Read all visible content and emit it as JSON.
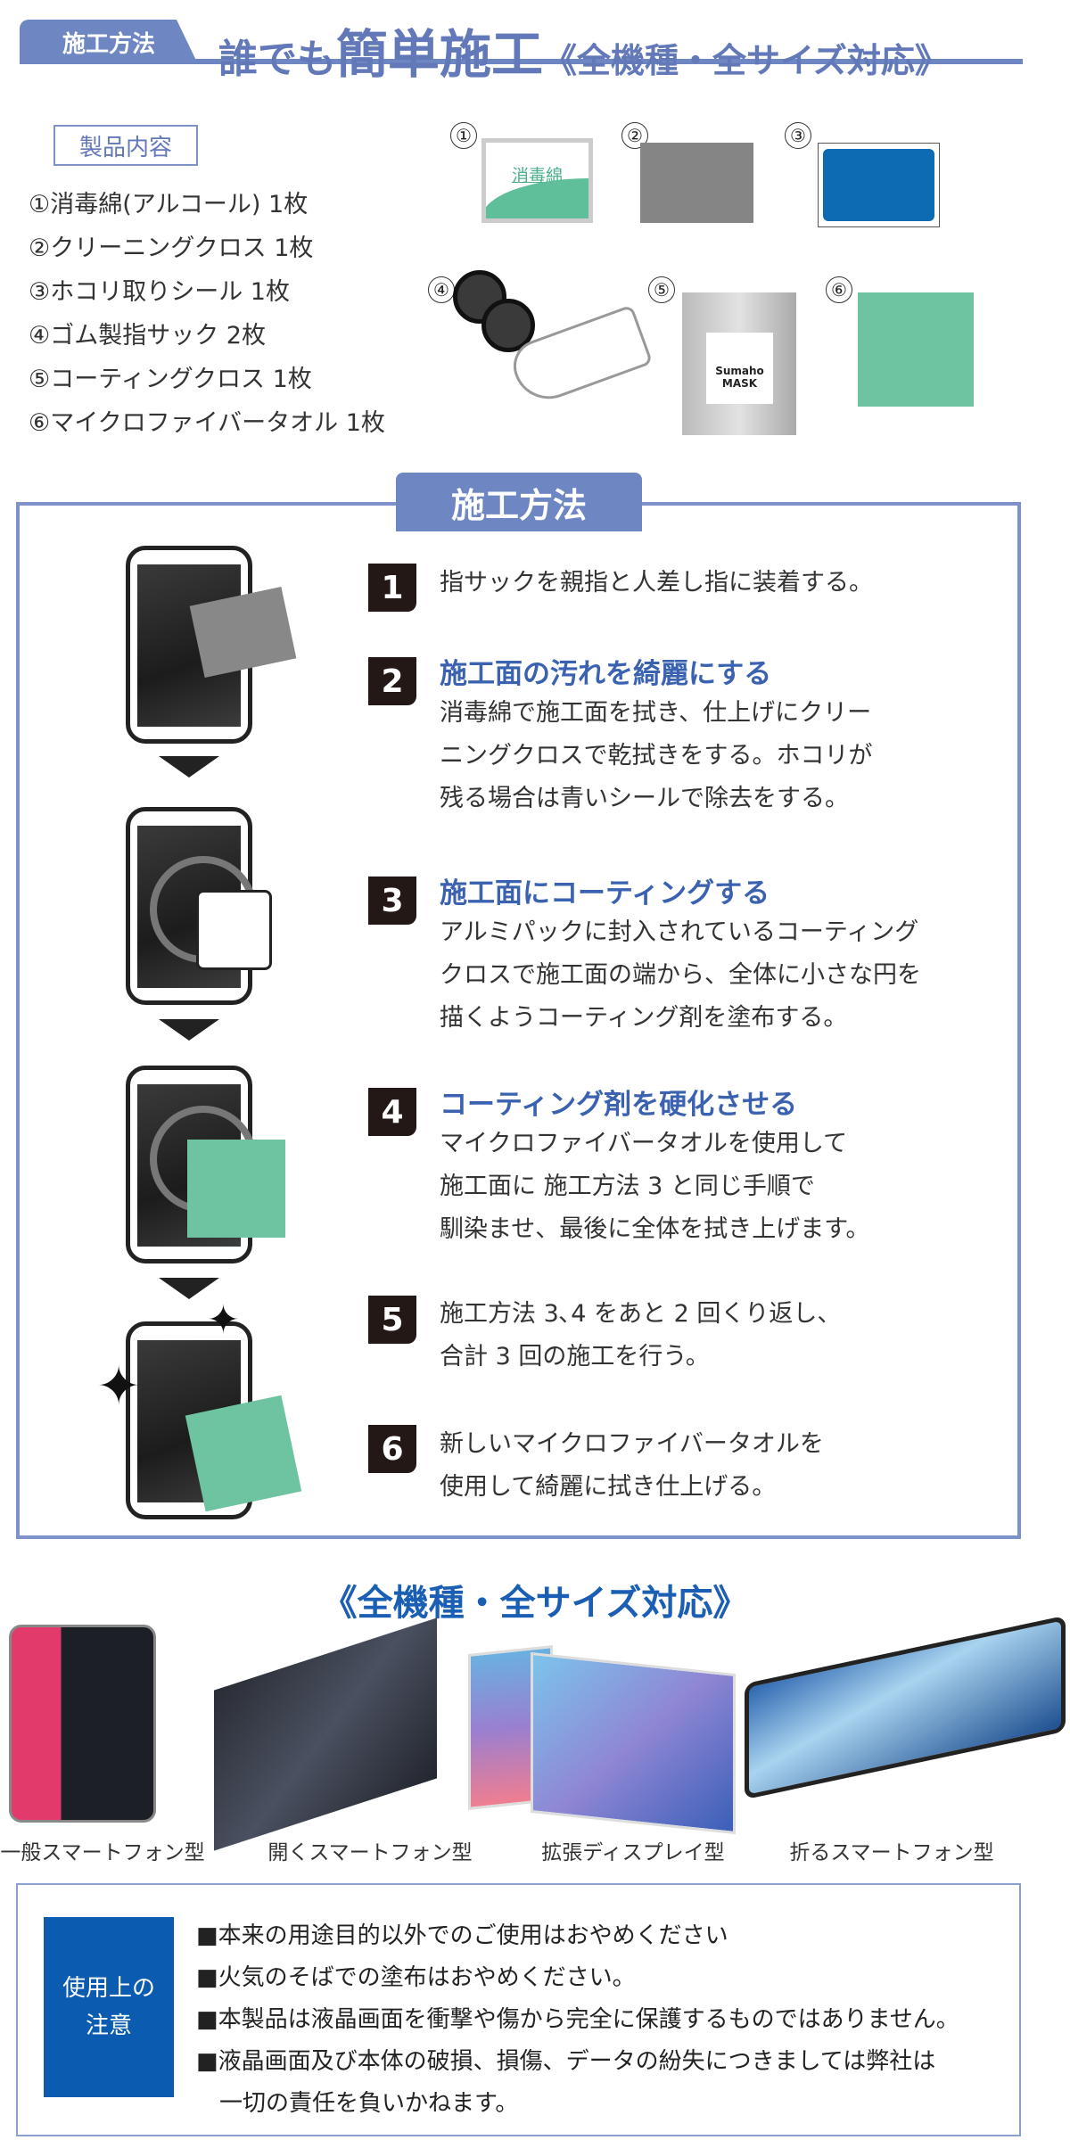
{
  "header": {
    "tab": "施工方法",
    "title_pre": "誰でも",
    "title_big": "簡単施工",
    "title_sub": "《全機種・全サイズ対応》"
  },
  "contents": {
    "label": "製品内容",
    "items": [
      "①消毒綿(アルコール) 1枚",
      "②クリーニングクロス 1枚",
      "③ホコリ取りシール 1枚",
      "④ゴム製指サック 2枚",
      "⑤コーティングクロス 1枚",
      "⑥マイクロファイバータオル 1枚"
    ],
    "image_numbers": [
      "①",
      "②",
      "③",
      "④",
      "⑤",
      "⑥"
    ],
    "wipe_label": "消毒綿",
    "pack_logo": "Sumaho MASK"
  },
  "steps": {
    "tab": "施工方法",
    "items": [
      {
        "num": "1",
        "title": "",
        "lines": [
          "指サックを親指と人差し指に装着する。"
        ]
      },
      {
        "num": "2",
        "title": "施工面の汚れを綺麗にする",
        "lines": [
          "消毒綿で施工面を拭き、仕上げにクリー",
          "ニングクロスで乾拭きをする。ホコリが",
          "残る場合は青いシールで除去をする。"
        ]
      },
      {
        "num": "3",
        "title": "施工面にコーティングする",
        "lines": [
          "アルミパックに封入されているコーティング",
          "クロスで施工面の端から、全体に小さな円を",
          "描くようコーティング剤を塗布する。"
        ]
      },
      {
        "num": "4",
        "title": "コーティング剤を硬化させる",
        "lines": [
          "マイクロファイバータオルを使用して",
          "施工面に 施工方法 3 と同じ手順で",
          "馴染ませ、最後に全体を拭き上げます。"
        ]
      },
      {
        "num": "5",
        "title": "",
        "lines": [
          "施工方法 3､4 をあと 2 回くり返し、",
          "合計 3 回の施工を行う。"
        ]
      },
      {
        "num": "6",
        "title": "",
        "lines": [
          "新しいマイクロファイバータオルを",
          "使用して綺麗に拭き仕上げる。"
        ]
      }
    ]
  },
  "devices": {
    "title": "《全機種・全サイズ対応》",
    "labels": [
      "一般スマートフォン型",
      "開くスマートフォン型",
      "拡張ディスプレイ型",
      "折るスマートフォン型"
    ]
  },
  "caution": {
    "label_line1": "使用上の",
    "label_line2": "注意",
    "items": [
      "■本来の用途目的以外でのご使用はおやめください",
      "■火気のそばでの塗布はおやめください。",
      "■本製品は液晶画面を衝撃や傷から完全に保護するものではありません。",
      "■液晶画面及び本体の破損、損傷、データの紛失につきましては弊社は",
      "　一切の責任を負いかねます。"
    ]
  },
  "colors": {
    "header": "#6e86c2",
    "accent": "#1a5fb4",
    "step_title": "#3b62b0",
    "caution": "#0b5cb0",
    "green": "#6ec4a0"
  }
}
